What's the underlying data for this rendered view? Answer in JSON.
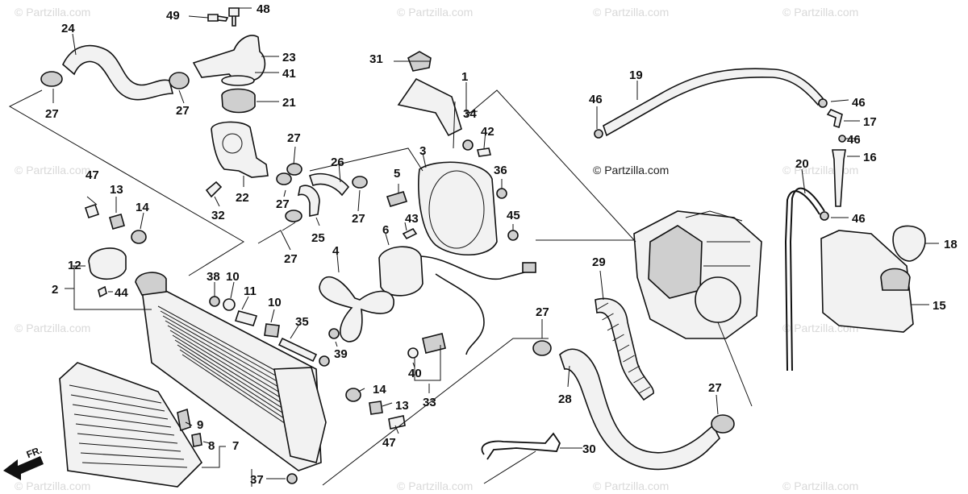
{
  "watermark": {
    "text": "© Partzilla.com",
    "center_label": "© Partzilla.com"
  },
  "direction_label": "FR.",
  "callouts": {
    "c1": "1",
    "c2": "2",
    "c3": "3",
    "c4": "4",
    "c5": "5",
    "c6": "6",
    "c7": "7",
    "c8": "8",
    "c9": "9",
    "c10a": "10",
    "c10b": "10",
    "c11": "11",
    "c12": "12",
    "c13a": "13",
    "c13b": "13",
    "c14a": "14",
    "c14b": "14",
    "c15": "15",
    "c16": "16",
    "c17": "17",
    "c18": "18",
    "c19": "19",
    "c20": "20",
    "c21": "21",
    "c22": "22",
    "c23": "23",
    "c24": "24",
    "c25": "25",
    "c26": "26",
    "c27a": "27",
    "c27b": "27",
    "c27c": "27",
    "c27d": "27",
    "c27e": "27",
    "c27f": "27",
    "c27g": "27",
    "c27h": "27",
    "c28": "28",
    "c29": "29",
    "c30": "30",
    "c31": "31",
    "c32": "32",
    "c33": "33",
    "c34": "34",
    "c35": "35",
    "c36": "36",
    "c37": "37",
    "c38": "38",
    "c39": "39",
    "c40": "40",
    "c41": "41",
    "c42": "42",
    "c43": "43",
    "c44": "44",
    "c45": "45",
    "c46a": "46",
    "c46b": "46",
    "c46c": "46",
    "c46d": "46",
    "c47a": "47",
    "c47b": "47",
    "c48": "48",
    "c49": "49"
  }
}
